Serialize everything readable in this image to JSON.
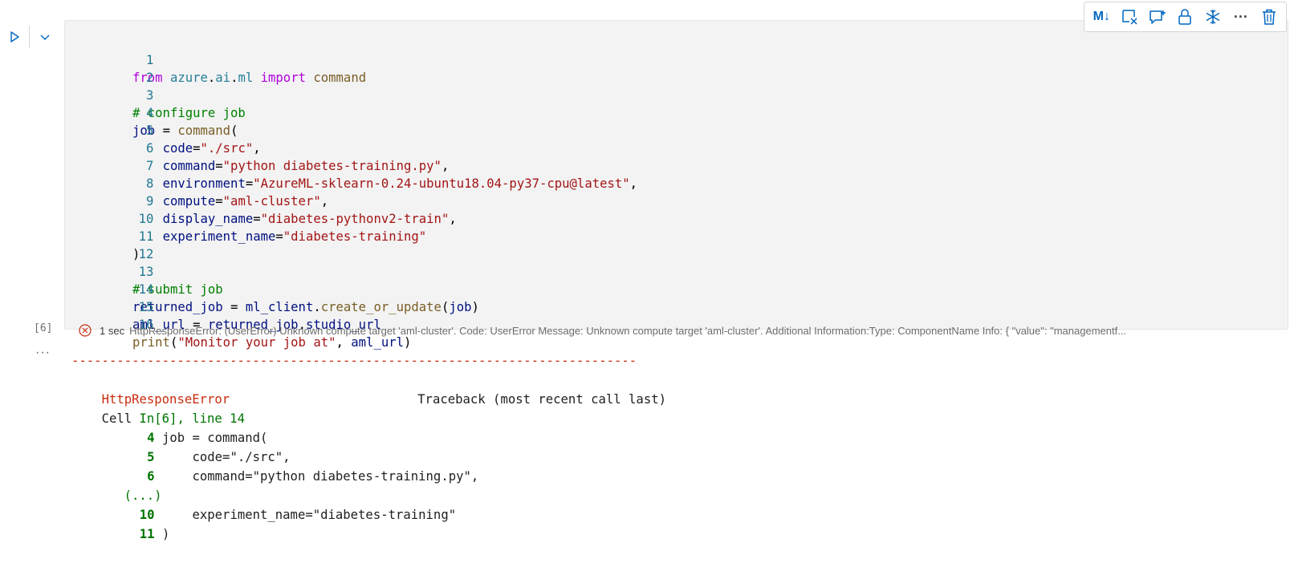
{
  "gutter": {
    "run_icon": "play-icon",
    "expand_icon": "chevron-down-icon"
  },
  "toolbar": {
    "buttons": [
      {
        "name": "markdown-toggle-button",
        "label": "M↓"
      },
      {
        "name": "clear-output-button",
        "icon": "clear-cell-icon"
      },
      {
        "name": "add-comment-button",
        "icon": "comment-add-icon"
      },
      {
        "name": "lock-button",
        "icon": "lock-icon"
      },
      {
        "name": "freeze-button",
        "icon": "snowflake-icon"
      },
      {
        "name": "more-actions-button",
        "label": "···"
      },
      {
        "name": "delete-button",
        "icon": "trash-icon"
      }
    ]
  },
  "code": {
    "lines": [
      "from azure.ai.ml import command",
      "",
      "# configure job",
      "job = command(",
      "    code=\"./src\",",
      "    command=\"python diabetes-training.py\",",
      "    environment=\"AzureML-sklearn-0.24-ubuntu18.04-py37-cpu@latest\",",
      "    compute=\"aml-cluster\",",
      "    display_name=\"diabetes-pythonv2-train\",",
      "    experiment_name=\"diabetes-training\"",
      ")",
      "",
      "# submit job",
      "returned_job = ml_client.create_or_update(job)",
      "aml_url = returned_job.studio_url",
      "print(\"Monitor your job at\", aml_url)"
    ],
    "line_numbers": [
      "1",
      "2",
      "3",
      "4",
      "5",
      "6",
      "7",
      "8",
      "9",
      "10",
      "11",
      "12",
      "13",
      "14",
      "15",
      "16"
    ]
  },
  "status": {
    "execution_count": "[6]",
    "icon": "error-circle-icon",
    "duration": "1 sec",
    "message": "HttpResponseError: (UserError) Unknown compute target 'aml-cluster'. Code: UserError Message: Unknown compute target 'aml-cluster'. Additional Information:Type: ComponentName Info: { \"value\": \"managementf..."
  },
  "output": {
    "more_label": "···",
    "separator": "---------------------------------------------------------------------------",
    "error_name": "HttpResponseError",
    "traceback_label": "Traceback (most recent call last)",
    "cell_prefix": "Cell ",
    "cell_ref": "In[6], line 14",
    "trace_lines": [
      {
        "num": "4",
        "text": "job = command("
      },
      {
        "num": "5",
        "text": "    code=\"./src\","
      },
      {
        "num": "6",
        "text": "    command=\"python diabetes-training.py\","
      },
      {
        "num": "(...)",
        "text": ""
      },
      {
        "num": "10",
        "text": "    experiment_name=\"diabetes-training\""
      },
      {
        "num": "11",
        "text": ")"
      }
    ]
  },
  "colors": {
    "keyword": "#af00db",
    "module": "#267f99",
    "function": "#795e26",
    "string": "#a31515",
    "comment": "#008000",
    "variable": "#001080",
    "error_red": "#c72e0f",
    "traceback_green": "#007400",
    "accent_blue": "#0066bf"
  }
}
